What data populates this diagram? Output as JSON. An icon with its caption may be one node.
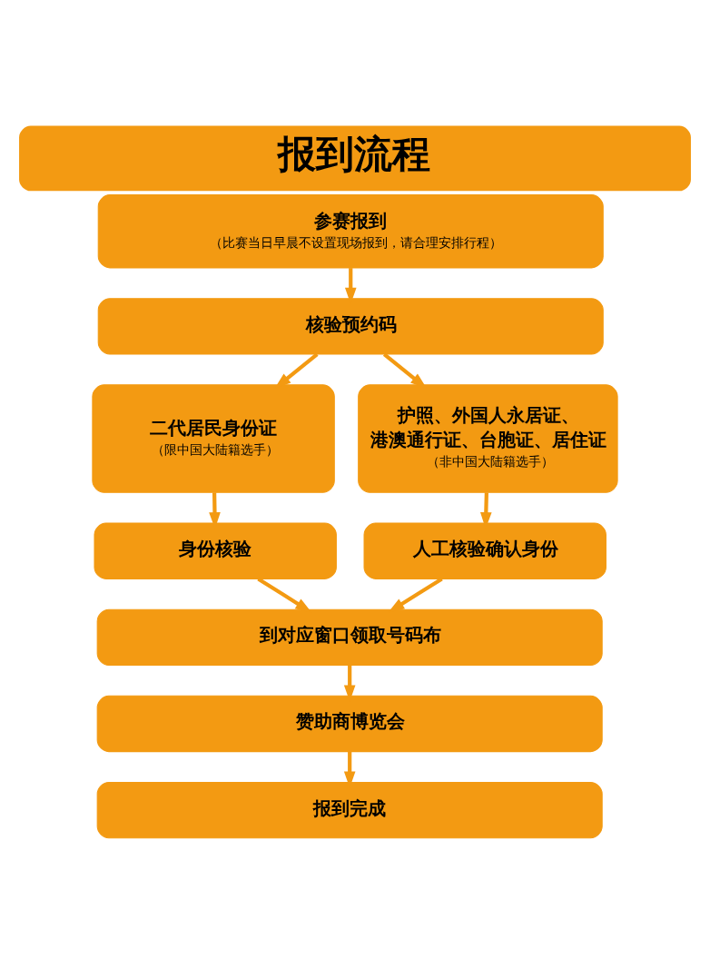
{
  "diagram": {
    "title": "报到流程",
    "nodes": [
      {
        "text": [
          "参赛报到",
          "（比赛当日早晨不设置现场报到，请合理安排行程）"
        ]
      },
      {
        "text": [
          "核验预约码"
        ]
      },
      {
        "text": [
          "二代居民身份证",
          "（限中国大陆籍选手）"
        ]
      },
      {
        "text": [
          "护照、外国人永居证、港澳通行证、台胞证、居住证",
          "（非中国大陆籍选手）"
        ]
      },
      {
        "text": [
          "身份核验"
        ]
      },
      {
        "text": [
          "人工核验确认身份"
        ]
      },
      {
        "text": [
          "到对应窗口领取号码布"
        ]
      },
      {
        "text": [
          "赞助商博览会"
        ]
      },
      {
        "text": [
          "报到完成"
        ]
      }
    ],
    "edges": [
      {
        "from": 0,
        "to": 1,
        "arrow": "to"
      },
      {
        "from": 1,
        "to": 2,
        "arrow": "to"
      },
      {
        "from": 1,
        "to": 3,
        "arrow": "to"
      },
      {
        "from": 2,
        "to": 4,
        "arrow": "to"
      },
      {
        "from": 3,
        "to": 5,
        "arrow": "to"
      },
      {
        "from": 4,
        "to": 6,
        "arrow": "to"
      },
      {
        "from": 5,
        "to": 6,
        "arrow": "to"
      },
      {
        "from": 6,
        "to": 7,
        "arrow": "to"
      },
      {
        "from": 7,
        "to": 8,
        "arrow": "to"
      }
    ]
  }
}
